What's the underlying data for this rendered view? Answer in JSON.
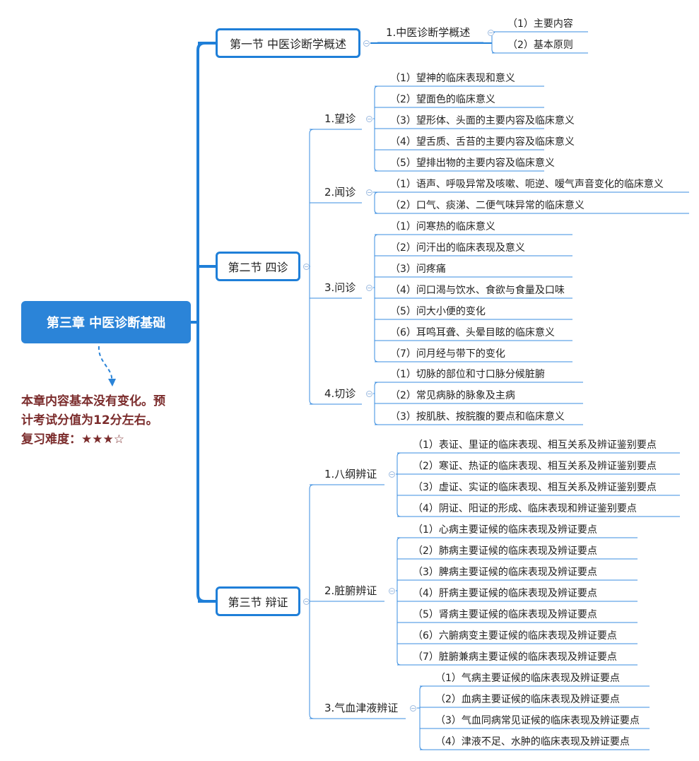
{
  "root": {
    "title": "第三章 中医诊断基础"
  },
  "note": {
    "line1": "本章内容基本没有变化。预",
    "line2": "计考试分值为12分左右。",
    "line3": "复习难度：★★★☆"
  },
  "sections": [
    {
      "label": "第一节 中医诊断学概述",
      "subs": [
        {
          "label": "1.中医诊断学概述",
          "leaves": [
            "（1）主要内容",
            "（2）基本原则"
          ]
        }
      ]
    },
    {
      "label": "第二节 四诊",
      "subs": [
        {
          "label": "1.望诊",
          "leaves": [
            "（1）望神的临床表现和意义",
            "（2）望面色的临床意义",
            "（3）望形体、头面的主要内容及临床意义",
            "（4）望舌质、舌苔的主要内容及临床意义",
            "（5）望排出物的主要内容及临床意义"
          ]
        },
        {
          "label": "2.闻诊",
          "leaves": [
            "（1）语声、呼吸异常及咳嗽、呃逆、嗳气声音变化的临床意义",
            "（2）口气、痰涕、二便气味异常的临床意义"
          ]
        },
        {
          "label": "3.问诊",
          "leaves": [
            "（1）问寒热的临床意义",
            "（2）问汗出的临床表现及意义",
            "（3）问疼痛",
            "（4）问口渴与饮水、食欲与食量及口味",
            "（5）问大小便的变化",
            "（6）耳鸣耳聋、头晕目眩的临床意义",
            "（7）问月经与带下的变化"
          ]
        },
        {
          "label": "4.切诊",
          "leaves": [
            "（1）切脉的部位和寸口脉分候脏腑",
            "（2）常见病脉的脉象及主病",
            "（3）按肌肤、按脘腹的要点和临床意义"
          ]
        }
      ]
    },
    {
      "label": "第三节 辩证",
      "subs": [
        {
          "label": "1.八纲辨证",
          "leaves": [
            "（1）表证、里证的临床表现、相互关系及辨证鉴别要点",
            "（2）寒证、热证的临床表现、相互关系及辨证鉴别要点",
            "（3）虚证、实证的临床表现、相互关系及辨证鉴别要点",
            "（4）阴证、阳证的形成、临床表现和辨证鉴别要点"
          ]
        },
        {
          "label": "2.脏腑辨证",
          "leaves": [
            "（1）心病主要证候的临床表现及辨证要点",
            "（2）肺病主要证候的临床表现及辨证要点",
            "（3）脾病主要证候的临床表现及辨证要点",
            "（4）肝病主要证候的临床表现及辨证要点",
            "（5）肾病主要证候的临床表现及辨证要点",
            "（6）六腑病变主要证候的临床表现及辨证要点",
            "（7）脏腑兼病主要证候的临床表现及辨证要点"
          ]
        },
        {
          "label": "3.气血津液辨证",
          "leaves": [
            "（1）气病主要证候的临床表现及辨证要点",
            "（2）血病主要证候的临床表现及辨证要点",
            "（3）气血同病常见证候的临床表现及辨证要点",
            "（4）津液不足、水肿的临床表现及辨证要点"
          ]
        }
      ]
    }
  ]
}
